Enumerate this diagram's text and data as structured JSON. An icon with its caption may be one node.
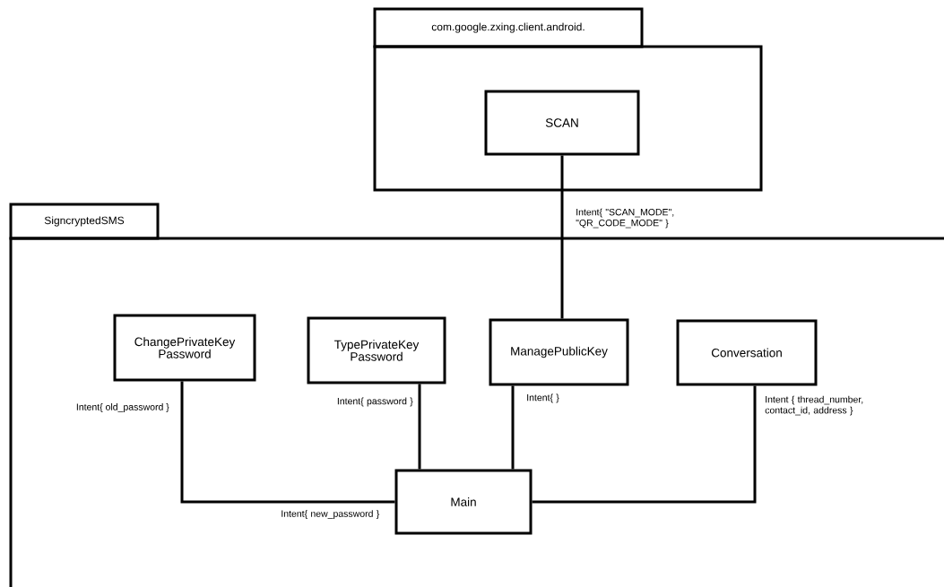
{
  "diagram": {
    "nodes": [
      {
        "text": [
          "com.google.zxing.client.android."
        ]
      },
      {
        "text": [
          "SCAN"
        ],
        "in": 0
      },
      {
        "text": [
          "SigncryptedSMS"
        ]
      },
      {
        "text": [
          "ChangePrivateKey Password"
        ],
        "in": 2
      },
      {
        "text": [
          "TypePrivateKey Password"
        ],
        "in": 2
      },
      {
        "text": [
          "ManagePublicKey"
        ],
        "in": 2
      },
      {
        "text": [
          "Conversation"
        ],
        "in": 2
      },
      {
        "text": [
          "Main"
        ],
        "in": 2
      }
    ],
    "edges": [
      {
        "from": 1,
        "to": 5,
        "arrow": "none",
        "label": "Intent{ \"SCAN_MODE\", \"QR_CODE_MODE\" }"
      },
      {
        "from": 3,
        "to": 7,
        "arrow": "none",
        "label": "Intent{ new_password }"
      },
      {
        "from": 4,
        "to": 7,
        "arrow": "none",
        "label": "Intent{ password }"
      },
      {
        "from": 5,
        "to": 7,
        "arrow": "none",
        "label": "Intent{ }"
      },
      {
        "from": 6,
        "to": 7,
        "arrow": "none",
        "label": "Intent { thread_number, contact_id, address }"
      }
    ],
    "labels": [
      "Intent{ old_password }"
    ]
  }
}
